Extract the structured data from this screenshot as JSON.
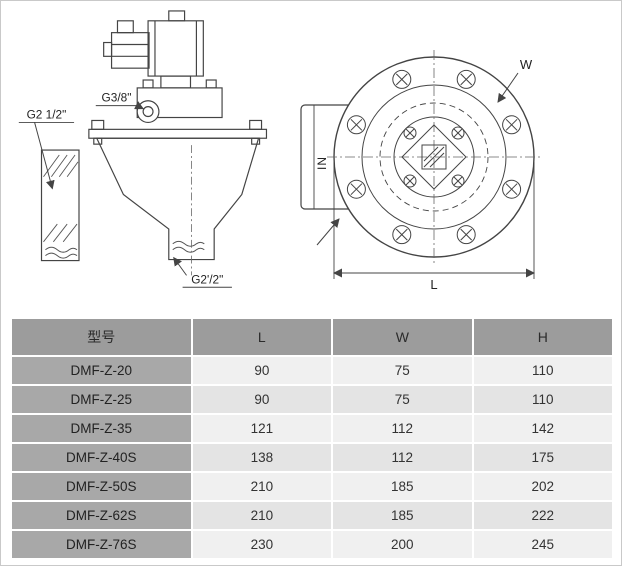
{
  "side_view": {
    "g38": "G3/8\"",
    "g212": "G2 1/2\"",
    "g212b": "G2'/2\""
  },
  "front_view": {
    "w": "W",
    "l": "L",
    "in": "IN"
  },
  "table": {
    "headers": {
      "model": "型号",
      "l": "L",
      "w": "W",
      "h": "H"
    },
    "rows": [
      {
        "model": "DMF-Z-20",
        "l": "90",
        "w": "75",
        "h": "110"
      },
      {
        "model": "DMF-Z-25",
        "l": "90",
        "w": "75",
        "h": "110"
      },
      {
        "model": "DMF-Z-35",
        "l": "121",
        "w": "112",
        "h": "142"
      },
      {
        "model": "DMF-Z-40S",
        "l": "138",
        "w": "112",
        "h": "175"
      },
      {
        "model": "DMF-Z-50S",
        "l": "210",
        "w": "185",
        "h": "202"
      },
      {
        "model": "DMF-Z-62S",
        "l": "210",
        "w": "185",
        "h": "222"
      },
      {
        "model": "DMF-Z-76S",
        "l": "230",
        "w": "200",
        "h": "245"
      }
    ]
  },
  "colors": {
    "header_bg": "#9c9c9c",
    "model_col_bg": "#a8a8a8",
    "row_light": "#f0f0f0",
    "row_dark": "#e4e4e4",
    "grid": "#ffffff",
    "line": "#444444"
  }
}
